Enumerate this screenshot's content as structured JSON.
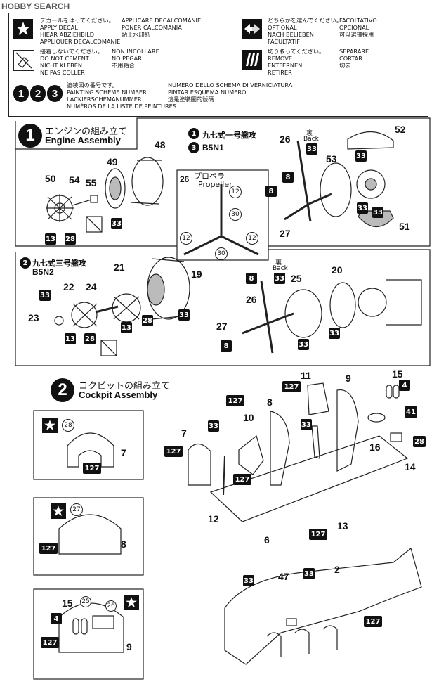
{
  "watermark": "HOBBY SEARCH",
  "legend": {
    "decal": {
      "ja": "デカールをはってください。",
      "en": "APPLY DECAL",
      "de": "HIEAR ABZIEHBILD",
      "fr": "APPLIQUER DECALCOMANIE",
      "it": "APPLICARE DECALCOMANIE",
      "es": "PONER CALCOMANIA",
      "zh": "貼上水印紙"
    },
    "optional": {
      "ja": "どちらかを選んでください。",
      "en": "OPTIONAL",
      "de": "NACH BELIEBEN",
      "fr": "FACULTATIF",
      "it": "FACOLTATIVO",
      "es": "OPCIONAL",
      "zh": "可以選擇採用"
    },
    "no_cement": {
      "ja": "接着しないでください。",
      "en": "DO NOT CEMENT",
      "de": "NICHT KLEBEN",
      "fr": "NE PAS COLLER",
      "it": "NON INCOLLARE",
      "es": "NO PEGAR",
      "zh": "不用粘合"
    },
    "remove": {
      "ja": "切り取ってください。",
      "en": "REMOVE",
      "de": "ENTFERNEN",
      "fr": "RETIRER",
      "it": "SEPARARE",
      "es": "CORTAR",
      "zh": "切去"
    },
    "scheme": {
      "ja": "塗装図の番号です。",
      "en": "PAINTING SCHEME NUMBER",
      "de": "LACKIERSCHEMANUMMER",
      "fr": "NUMÉROS DE LA LISTE DE PEINTURES",
      "it": "NUMERO DELLO SCHEMA DI VERNICIATURA",
      "es": "PINTAR ESQUEMA NUMERO",
      "zh": "這是塗裝圖的號碼"
    },
    "scheme_digits": [
      "1",
      "2",
      "3"
    ]
  },
  "step1": {
    "number": "1",
    "title_ja": "エンジンの組み立て",
    "title_en": "Engine Assembly",
    "variant_a": {
      "tag": "1",
      "name_ja": "九七式一号艦攻",
      "tag2": "3",
      "code": "B5N1"
    },
    "variant_b": {
      "tag": "2",
      "name_ja": "九七式三号艦攻",
      "code": "B5N2"
    },
    "propeller": {
      "num": "26",
      "ja": "プロペラ",
      "en": "Propeller"
    },
    "back_ja": "裏",
    "back_en": "Back",
    "parts_top": [
      "48",
      "49",
      "50",
      "54",
      "55",
      "26",
      "53",
      "52",
      "27",
      "51"
    ],
    "parts_bottom": [
      "21",
      "19",
      "22",
      "24",
      "23",
      "26",
      "25",
      "20",
      "27"
    ],
    "colors": [
      "13",
      "28",
      "33",
      "8",
      "12",
      "30"
    ]
  },
  "step2": {
    "number": "2",
    "title_ja": "コクピットの組み立て",
    "title_en": "Cockpit Assembly",
    "parts": [
      "11",
      "9",
      "15",
      "8",
      "10",
      "16",
      "14",
      "7",
      "12",
      "13",
      "6",
      "2",
      "47"
    ],
    "colors": [
      "127",
      "33",
      "4",
      "41",
      "28",
      "27",
      "26",
      "25",
      "4"
    ],
    "detail_a": {
      "color": "28",
      "part": "7",
      "color2": "127"
    },
    "detail_b": {
      "color": "27",
      "part": "8",
      "color2": "127"
    },
    "detail_c": {
      "p15": "15",
      "c25": "25",
      "c26": "26",
      "c4": "4",
      "c127": "127",
      "part": "9"
    }
  }
}
